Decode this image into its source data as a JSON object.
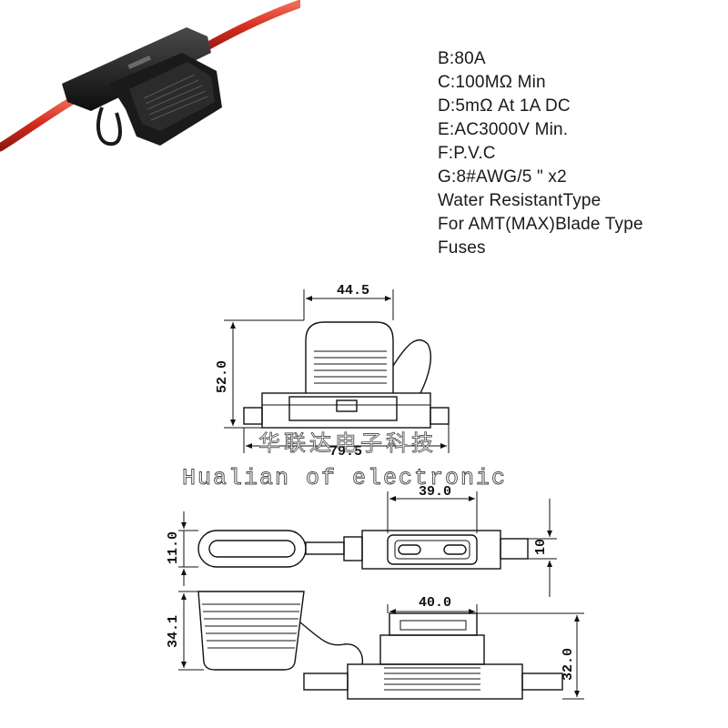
{
  "specs": [
    "B:80A",
    "C:100MΩ Min",
    "D:5mΩ At 1A DC",
    "E:AC3000V Min.",
    "F:P.V.C",
    "G:8#AWG/5 \" x2",
    "Water ResistantType",
    "For AMT(MAX)Blade Type",
    "Fuses"
  ],
  "dimensions": {
    "top_width": "44.5",
    "top_height": "52.0",
    "top_length": "79.5",
    "mid_height": "11.0",
    "mid_inner_width": "39.0",
    "mid_side": "10",
    "bot_cap_height": "34.1",
    "bot_width": "40.0",
    "bot_height": "32.0"
  },
  "watermark": {
    "chinese": "华联达电子科技",
    "english": "Hualian of electronic"
  },
  "colors": {
    "wire": "#d42a1e",
    "body": "#1c1c1c",
    "line": "#111111"
  }
}
